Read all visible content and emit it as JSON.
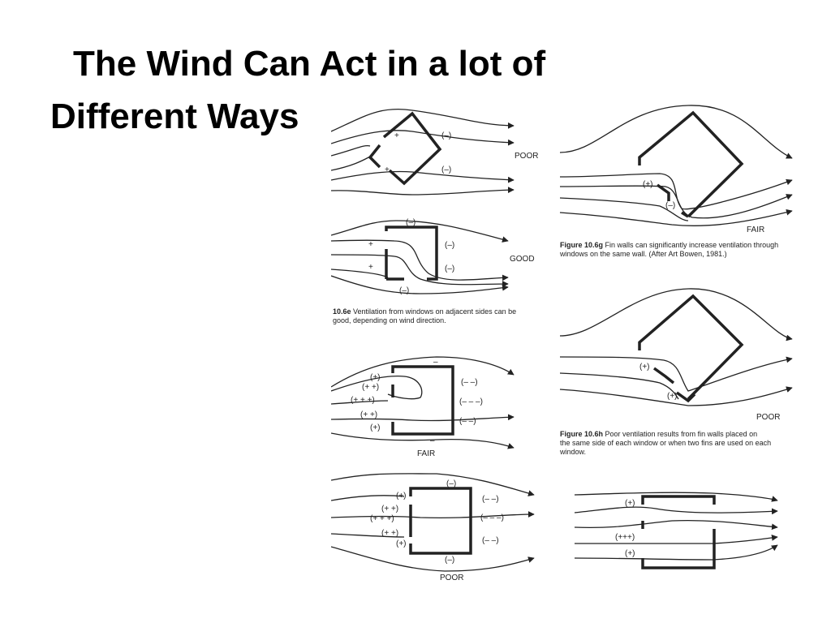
{
  "slide": {
    "title_line1": "The Wind Can Act in a lot of",
    "title_line2": "Different Ways"
  },
  "figure": {
    "diagrams": [
      {
        "rating": "POOR",
        "pressure_labels": [
          "+",
          "+",
          "(–)",
          "(–)"
        ]
      },
      {
        "rating": "GOOD",
        "pressure_labels": [
          "(–)",
          "+",
          "+",
          "(–)",
          "(–)",
          "(–)"
        ]
      },
      {
        "rating": "FAIR",
        "pressure_labels": [
          "(+)",
          "(–)"
        ]
      },
      {
        "rating": "FAIR",
        "pressure_labels": [
          "–",
          "(+)",
          "(+ +)",
          "(+ + +)",
          "(+ +)",
          "(+)",
          "(– –)",
          "(– – –)",
          "(– –)",
          "–"
        ]
      },
      {
        "rating": "POOR",
        "pressure_labels": [
          "(+)",
          "(+)"
        ]
      },
      {
        "rating": "POOR",
        "pressure_labels": [
          "(–)",
          "(+)",
          "(+ +)",
          "(+ + +)",
          "(+ +)",
          "(+)",
          "(– –)",
          "(– – –)",
          "(– –)",
          "(–)"
        ]
      },
      {
        "rating": "",
        "pressure_labels": [
          "(+)",
          "(+++)",
          "(+)"
        ]
      }
    ],
    "captions": {
      "fig_e_number": "10.6e",
      "fig_e_text_1": " Ventilation from windows on adjacent sides can be",
      "fig_e_text_2": "good, depending on wind direction.",
      "fig_g_number": "Figure 10.6g",
      "fig_g_text_1": " Fin walls can significantly increase ventilation through",
      "fig_g_text_2": "windows on the same wall. (After Art Bowen, 1981.)",
      "fig_h_number": "Figure 10.6h",
      "fig_h_text_1": " Poor ventilation results from fin walls placed on",
      "fig_h_text_2": "the same side of each window or when two fins are used on each",
      "fig_h_text_3": "window."
    }
  }
}
